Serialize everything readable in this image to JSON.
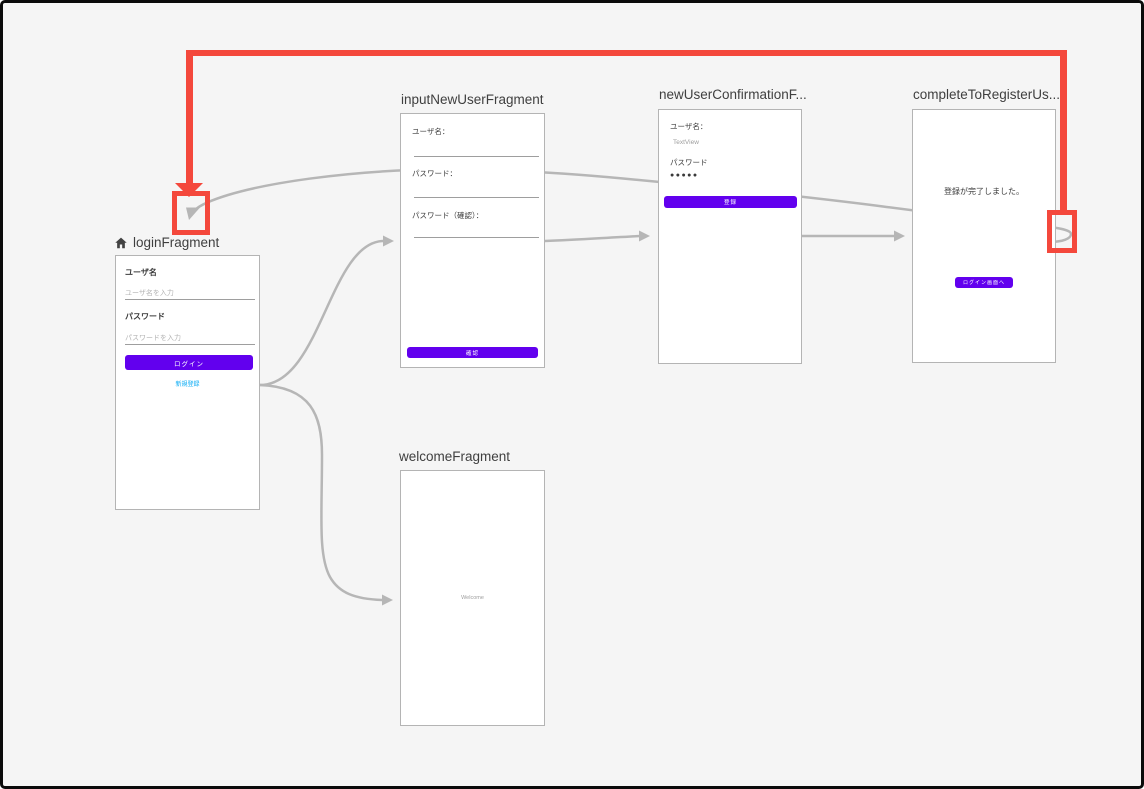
{
  "editor": {
    "name": "navigation-graph"
  },
  "colors": {
    "accent_purple": "#6200EE",
    "link_blue": "#03A9F4",
    "annotation_red": "#F4483C",
    "connector_gray": "#B6B6B6",
    "canvas_bg": "#F5F5F5"
  },
  "fragments": {
    "login": {
      "title": "loginFragment",
      "username_label": "ユーザ名",
      "username_placeholder": "ユーザ名を入力",
      "password_label": "パスワード",
      "password_placeholder": "パスワードを入力",
      "login_button": "ログイン",
      "signup_link": "新規登録"
    },
    "input_new_user": {
      "title": "inputNewUserFragment",
      "username_label": "ユーザ名：",
      "password_label": "パスワード：",
      "password_confirm_label": "パスワード（確認）：",
      "confirm_button": "確認"
    },
    "new_user_confirmation": {
      "title": "newUserConfirmationF...",
      "username_label": "ユーザ名：",
      "username_value": "TextView",
      "password_label": "パスワード",
      "password_dots": "●●●●●",
      "register_button": "登録"
    },
    "complete_to_register": {
      "title": "completeToRegisterUs...",
      "message": "登録が完了しました。",
      "to_login_button": "ログイン画面へ"
    },
    "welcome": {
      "title": "welcomeFragment",
      "message": "Welcome"
    }
  }
}
